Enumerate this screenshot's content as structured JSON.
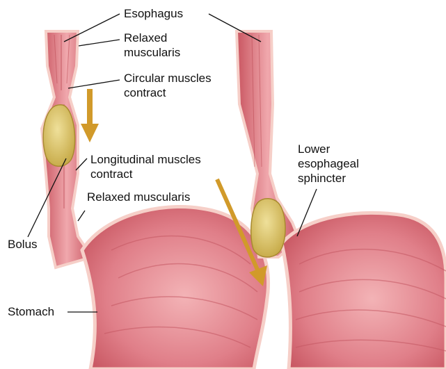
{
  "labels": {
    "esophagus": "Esophagus",
    "relaxed_muscularis_top_line1": "Relaxed",
    "relaxed_muscularis_top_line2": "muscularis",
    "circular_muscles_line1": "Circular muscles",
    "circular_muscles_line2": "contract",
    "longitudinal_muscles_line1": "Longitudinal muscles",
    "longitudinal_muscles_line2": "contract",
    "relaxed_muscularis_lower": "Relaxed muscularis",
    "bolus": "Bolus",
    "stomach": "Stomach",
    "les_line1": "Lower",
    "les_line2": "esophageal",
    "les_line3": "sphincter"
  },
  "colors": {
    "tissue_pink": "#e58a92",
    "tissue_light": "#f4b8b8",
    "muscle_red": "#c9525a",
    "bolus_fill": "#d9c46a",
    "arrow_gold": "#d19a2a"
  }
}
